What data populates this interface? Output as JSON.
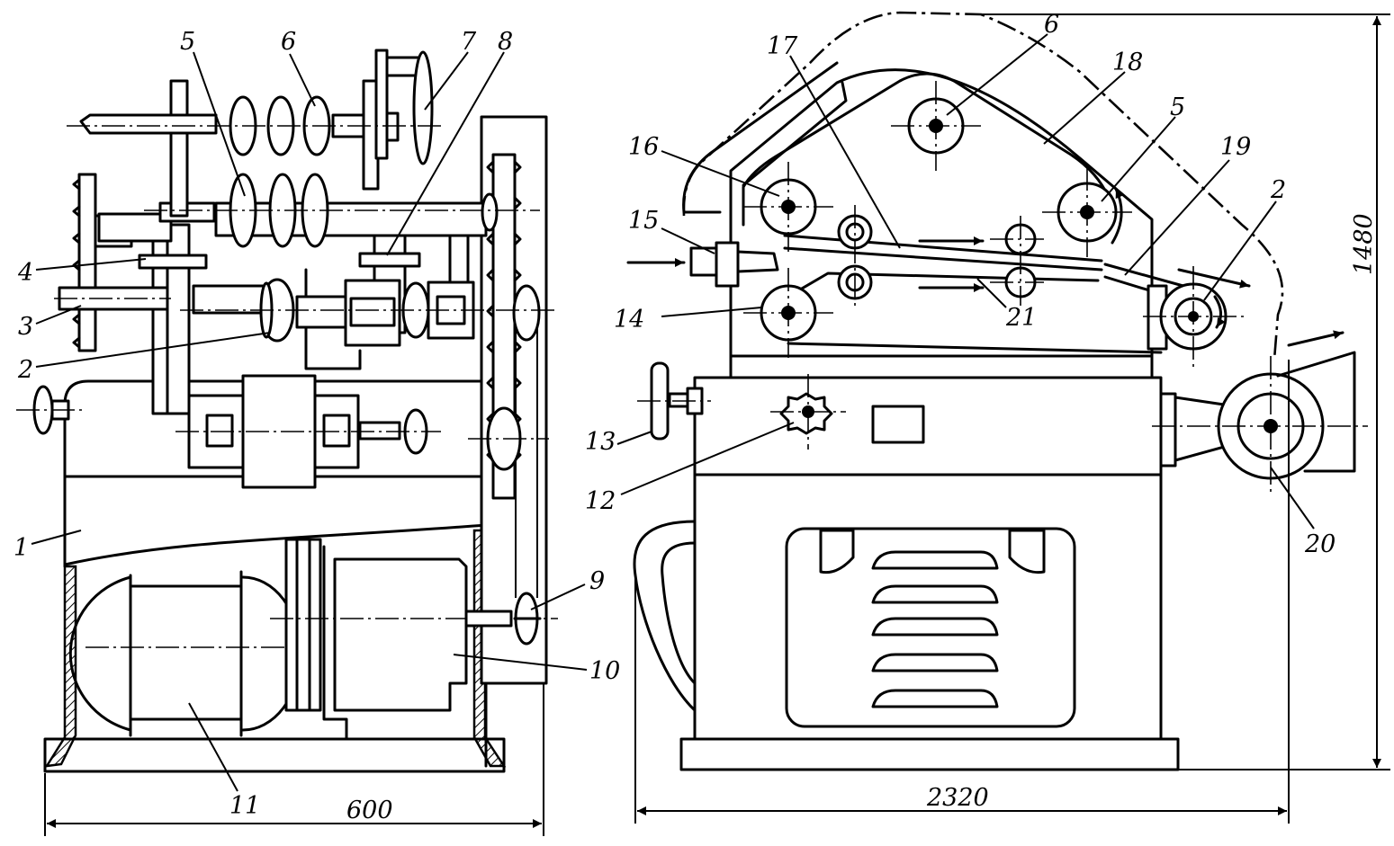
{
  "figure": {
    "left_view": {
      "labels": [
        "1",
        "2",
        "3",
        "4",
        "5",
        "6",
        "7",
        "8",
        "9",
        "10",
        "11"
      ],
      "dimension_width": "600"
    },
    "right_view": {
      "labels": [
        "2",
        "5",
        "6",
        "12",
        "13",
        "14",
        "15",
        "16",
        "17",
        "18",
        "19",
        "20",
        "21"
      ],
      "dimension_width": "2320",
      "dimension_height": "1480"
    }
  }
}
